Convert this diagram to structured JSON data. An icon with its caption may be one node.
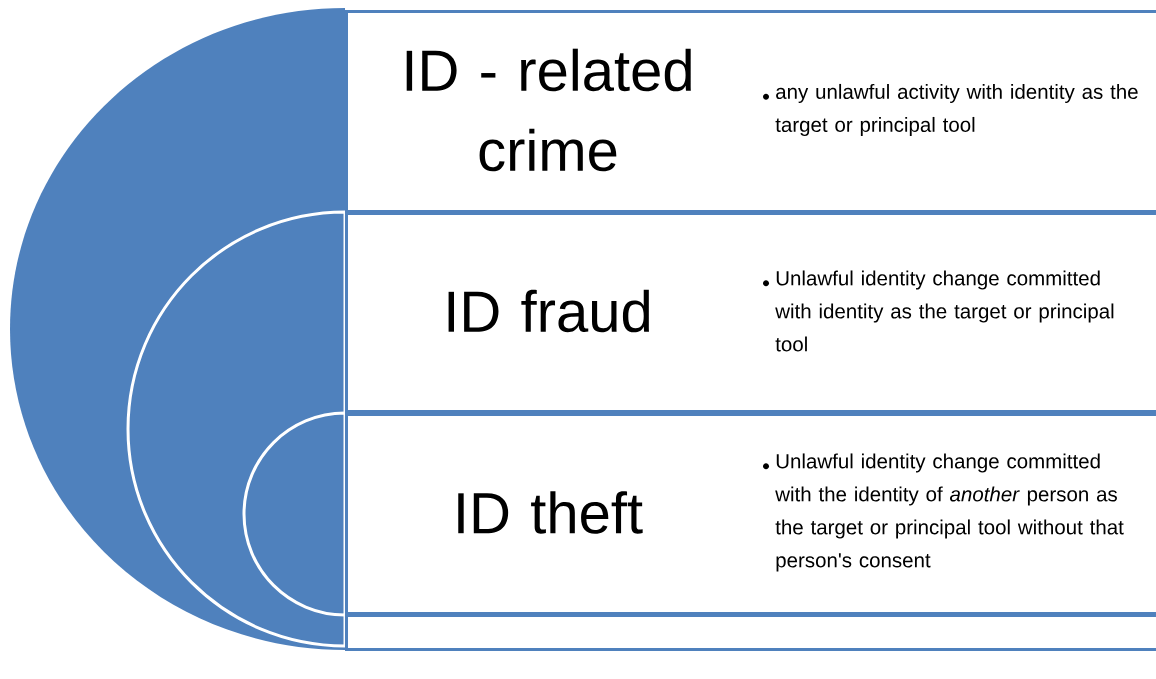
{
  "diagram": {
    "nodes": [
      {
        "text": [
          "ID - related crime",
          "any unlawful activity with identity as the target or principal tool"
        ]
      },
      {
        "text": [
          "ID fraud",
          "Unlawful identity change committed with identity as the target or principal tool"
        ]
      },
      {
        "text": [
          "ID theft",
          "Unlawful identity change committed with the identity of *another* person as the target or principal tool without that person's consent"
        ]
      },
      {
        "text": [],
        "shape": "box"
      }
    ]
  }
}
